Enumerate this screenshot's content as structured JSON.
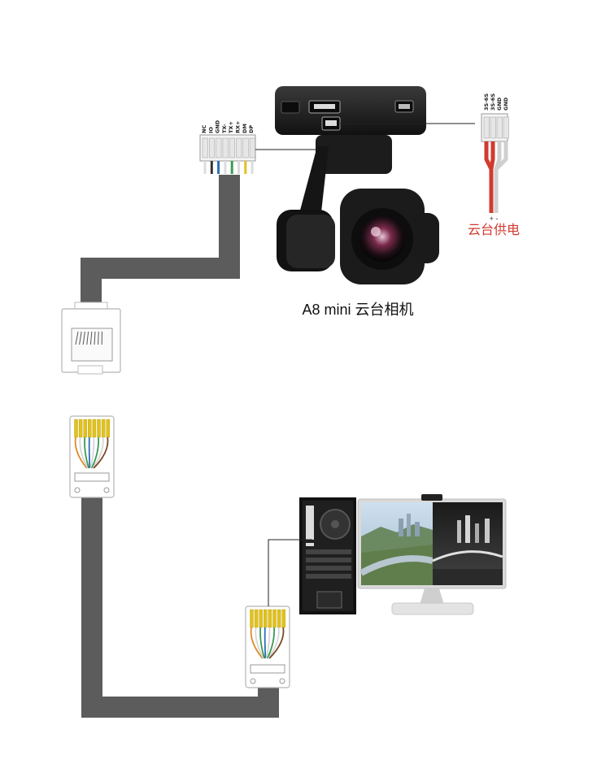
{
  "camera": {
    "label": "A8 mini 云台相机"
  },
  "power": {
    "label": "云台供电",
    "pins": [
      "3S-6S",
      "3S-6S",
      "GND",
      "GND"
    ],
    "polarity": "+ -",
    "colors": {
      "positive": "#d23a2e",
      "negative": "#cfcfcf"
    }
  },
  "data_connector": {
    "pins": [
      "NC",
      "IO",
      "GND",
      "TX-",
      "TX+",
      "RX+",
      "DM",
      "DP"
    ],
    "wire_colors": [
      "#ffffff",
      "#333333",
      "#2d6fb5",
      "#ffffff",
      "#3a9b54",
      "#ffffff",
      "#e0c21f",
      "#ffffff"
    ]
  },
  "cable_color": "#5c5c5c",
  "rj45_wire_colors": [
    "#e08a2a",
    "#ffffff",
    "#3a9b54",
    "#2d6fb5",
    "#ffffff",
    "#3a9b54",
    "#ffffff",
    "#7a4a22"
  ]
}
